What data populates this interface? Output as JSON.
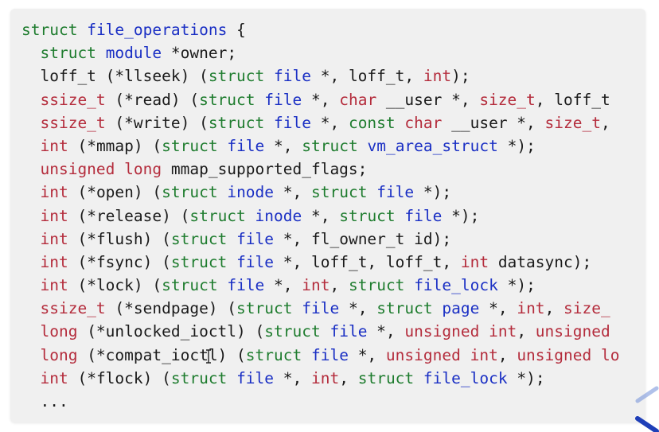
{
  "colors": {
    "panel_bg": "#f0f0f0",
    "keyword": "#1e7c2e",
    "type_name": "#1a2fc4",
    "primitive_type": "#b42c3c",
    "plain": "#1a1a1a",
    "scroll_arrow": "#6f8ed8"
  },
  "icons": {
    "cursor": "i-beam-cursor-icon",
    "scroll_up": "chevron-up-icon",
    "scroll_down": "chevron-down-icon"
  },
  "code": {
    "lines": [
      [
        {
          "t": "struct",
          "c": "kw"
        },
        {
          "t": " ",
          "c": "plain"
        },
        {
          "t": "file_operations",
          "c": "type"
        },
        {
          "t": " {",
          "c": "plain"
        }
      ],
      [
        {
          "t": "  ",
          "c": "plain"
        },
        {
          "t": "struct",
          "c": "kw"
        },
        {
          "t": " ",
          "c": "plain"
        },
        {
          "t": "module",
          "c": "type"
        },
        {
          "t": " *owner;",
          "c": "plain"
        }
      ],
      [
        {
          "t": "  loff_t (*llseek) (",
          "c": "plain"
        },
        {
          "t": "struct",
          "c": "kw"
        },
        {
          "t": " ",
          "c": "plain"
        },
        {
          "t": "file",
          "c": "type"
        },
        {
          "t": " *, loff_t, ",
          "c": "plain"
        },
        {
          "t": "int",
          "c": "num"
        },
        {
          "t": ");",
          "c": "plain"
        }
      ],
      [
        {
          "t": "  ",
          "c": "plain"
        },
        {
          "t": "ssize_t",
          "c": "num"
        },
        {
          "t": " (*read) (",
          "c": "plain"
        },
        {
          "t": "struct",
          "c": "kw"
        },
        {
          "t": " ",
          "c": "plain"
        },
        {
          "t": "file",
          "c": "type"
        },
        {
          "t": " *, ",
          "c": "plain"
        },
        {
          "t": "char",
          "c": "num"
        },
        {
          "t": " __user *, ",
          "c": "plain"
        },
        {
          "t": "size_t",
          "c": "num"
        },
        {
          "t": ", loff_t",
          "c": "plain"
        }
      ],
      [
        {
          "t": "  ",
          "c": "plain"
        },
        {
          "t": "ssize_t",
          "c": "num"
        },
        {
          "t": " (*write) (",
          "c": "plain"
        },
        {
          "t": "struct",
          "c": "kw"
        },
        {
          "t": " ",
          "c": "plain"
        },
        {
          "t": "file",
          "c": "type"
        },
        {
          "t": " *, ",
          "c": "plain"
        },
        {
          "t": "const",
          "c": "kw"
        },
        {
          "t": " ",
          "c": "plain"
        },
        {
          "t": "char",
          "c": "num"
        },
        {
          "t": " __user *, ",
          "c": "plain"
        },
        {
          "t": "size_t",
          "c": "num"
        },
        {
          "t": ",",
          "c": "plain"
        }
      ],
      [
        {
          "t": "  ",
          "c": "plain"
        },
        {
          "t": "int",
          "c": "num"
        },
        {
          "t": " (*mmap) (",
          "c": "plain"
        },
        {
          "t": "struct",
          "c": "kw"
        },
        {
          "t": " ",
          "c": "plain"
        },
        {
          "t": "file",
          "c": "type"
        },
        {
          "t": " *, ",
          "c": "plain"
        },
        {
          "t": "struct",
          "c": "kw"
        },
        {
          "t": " ",
          "c": "plain"
        },
        {
          "t": "vm_area_struct",
          "c": "type"
        },
        {
          "t": " *);",
          "c": "plain"
        }
      ],
      [
        {
          "t": "  ",
          "c": "plain"
        },
        {
          "t": "unsigned",
          "c": "num"
        },
        {
          "t": " ",
          "c": "plain"
        },
        {
          "t": "long",
          "c": "num"
        },
        {
          "t": " mmap_supported_flags;",
          "c": "plain"
        }
      ],
      [
        {
          "t": "  ",
          "c": "plain"
        },
        {
          "t": "int",
          "c": "num"
        },
        {
          "t": " (*open) (",
          "c": "plain"
        },
        {
          "t": "struct",
          "c": "kw"
        },
        {
          "t": " ",
          "c": "plain"
        },
        {
          "t": "inode",
          "c": "type"
        },
        {
          "t": " *, ",
          "c": "plain"
        },
        {
          "t": "struct",
          "c": "kw"
        },
        {
          "t": " ",
          "c": "plain"
        },
        {
          "t": "file",
          "c": "type"
        },
        {
          "t": " *);",
          "c": "plain"
        }
      ],
      [
        {
          "t": "  ",
          "c": "plain"
        },
        {
          "t": "int",
          "c": "num"
        },
        {
          "t": " (*release) (",
          "c": "plain"
        },
        {
          "t": "struct",
          "c": "kw"
        },
        {
          "t": " ",
          "c": "plain"
        },
        {
          "t": "inode",
          "c": "type"
        },
        {
          "t": " *, ",
          "c": "plain"
        },
        {
          "t": "struct",
          "c": "kw"
        },
        {
          "t": " ",
          "c": "plain"
        },
        {
          "t": "file",
          "c": "type"
        },
        {
          "t": " *);",
          "c": "plain"
        }
      ],
      [
        {
          "t": "  ",
          "c": "plain"
        },
        {
          "t": "int",
          "c": "num"
        },
        {
          "t": " (*flush) (",
          "c": "plain"
        },
        {
          "t": "struct",
          "c": "kw"
        },
        {
          "t": " ",
          "c": "plain"
        },
        {
          "t": "file",
          "c": "type"
        },
        {
          "t": " *, fl_owner_t id);",
          "c": "plain"
        }
      ],
      [
        {
          "t": "  ",
          "c": "plain"
        },
        {
          "t": "int",
          "c": "num"
        },
        {
          "t": " (*fsync) (",
          "c": "plain"
        },
        {
          "t": "struct",
          "c": "kw"
        },
        {
          "t": " ",
          "c": "plain"
        },
        {
          "t": "file",
          "c": "type"
        },
        {
          "t": " *, loff_t, loff_t, ",
          "c": "plain"
        },
        {
          "t": "int",
          "c": "num"
        },
        {
          "t": " datasync);",
          "c": "plain"
        }
      ],
      [
        {
          "t": "  ",
          "c": "plain"
        },
        {
          "t": "int",
          "c": "num"
        },
        {
          "t": " (*lock) (",
          "c": "plain"
        },
        {
          "t": "struct",
          "c": "kw"
        },
        {
          "t": " ",
          "c": "plain"
        },
        {
          "t": "file",
          "c": "type"
        },
        {
          "t": " *, ",
          "c": "plain"
        },
        {
          "t": "int",
          "c": "num"
        },
        {
          "t": ", ",
          "c": "plain"
        },
        {
          "t": "struct",
          "c": "kw"
        },
        {
          "t": " ",
          "c": "plain"
        },
        {
          "t": "file_lock",
          "c": "type"
        },
        {
          "t": " *);",
          "c": "plain"
        }
      ],
      [
        {
          "t": "  ",
          "c": "plain"
        },
        {
          "t": "ssize_t",
          "c": "num"
        },
        {
          "t": " (*sendpage) (",
          "c": "plain"
        },
        {
          "t": "struct",
          "c": "kw"
        },
        {
          "t": " ",
          "c": "plain"
        },
        {
          "t": "file",
          "c": "type"
        },
        {
          "t": " *, ",
          "c": "plain"
        },
        {
          "t": "struct",
          "c": "kw"
        },
        {
          "t": " ",
          "c": "plain"
        },
        {
          "t": "page",
          "c": "type"
        },
        {
          "t": " *, ",
          "c": "plain"
        },
        {
          "t": "int",
          "c": "num"
        },
        {
          "t": ", ",
          "c": "plain"
        },
        {
          "t": "size_",
          "c": "num"
        }
      ],
      [
        {
          "t": "  ",
          "c": "plain"
        },
        {
          "t": "long",
          "c": "num"
        },
        {
          "t": " (*unlocked_ioctl) (",
          "c": "plain"
        },
        {
          "t": "struct",
          "c": "kw"
        },
        {
          "t": " ",
          "c": "plain"
        },
        {
          "t": "file",
          "c": "type"
        },
        {
          "t": " *, ",
          "c": "plain"
        },
        {
          "t": "unsigned",
          "c": "num"
        },
        {
          "t": " ",
          "c": "plain"
        },
        {
          "t": "int",
          "c": "num"
        },
        {
          "t": ", ",
          "c": "plain"
        },
        {
          "t": "unsigned",
          "c": "num"
        }
      ],
      [
        {
          "t": "  ",
          "c": "plain"
        },
        {
          "t": "long",
          "c": "num"
        },
        {
          "t": " (*compat_ioctl) (",
          "c": "plain"
        },
        {
          "t": "struct",
          "c": "kw"
        },
        {
          "t": " ",
          "c": "plain"
        },
        {
          "t": "file",
          "c": "type"
        },
        {
          "t": " *, ",
          "c": "plain"
        },
        {
          "t": "unsigned",
          "c": "num"
        },
        {
          "t": " ",
          "c": "plain"
        },
        {
          "t": "int",
          "c": "num"
        },
        {
          "t": ", ",
          "c": "plain"
        },
        {
          "t": "unsigned",
          "c": "num"
        },
        {
          "t": " ",
          "c": "plain"
        },
        {
          "t": "lo",
          "c": "num"
        }
      ],
      [
        {
          "t": "  ",
          "c": "plain"
        },
        {
          "t": "int",
          "c": "num"
        },
        {
          "t": " (*flock) (",
          "c": "plain"
        },
        {
          "t": "struct",
          "c": "kw"
        },
        {
          "t": " ",
          "c": "plain"
        },
        {
          "t": "file",
          "c": "type"
        },
        {
          "t": " *, ",
          "c": "plain"
        },
        {
          "t": "int",
          "c": "num"
        },
        {
          "t": ", ",
          "c": "plain"
        },
        {
          "t": "struct",
          "c": "kw"
        },
        {
          "t": " ",
          "c": "plain"
        },
        {
          "t": "file_lock",
          "c": "type"
        },
        {
          "t": " *);",
          "c": "plain"
        }
      ],
      [
        {
          "t": "  ...",
          "c": "plain"
        }
      ]
    ]
  }
}
